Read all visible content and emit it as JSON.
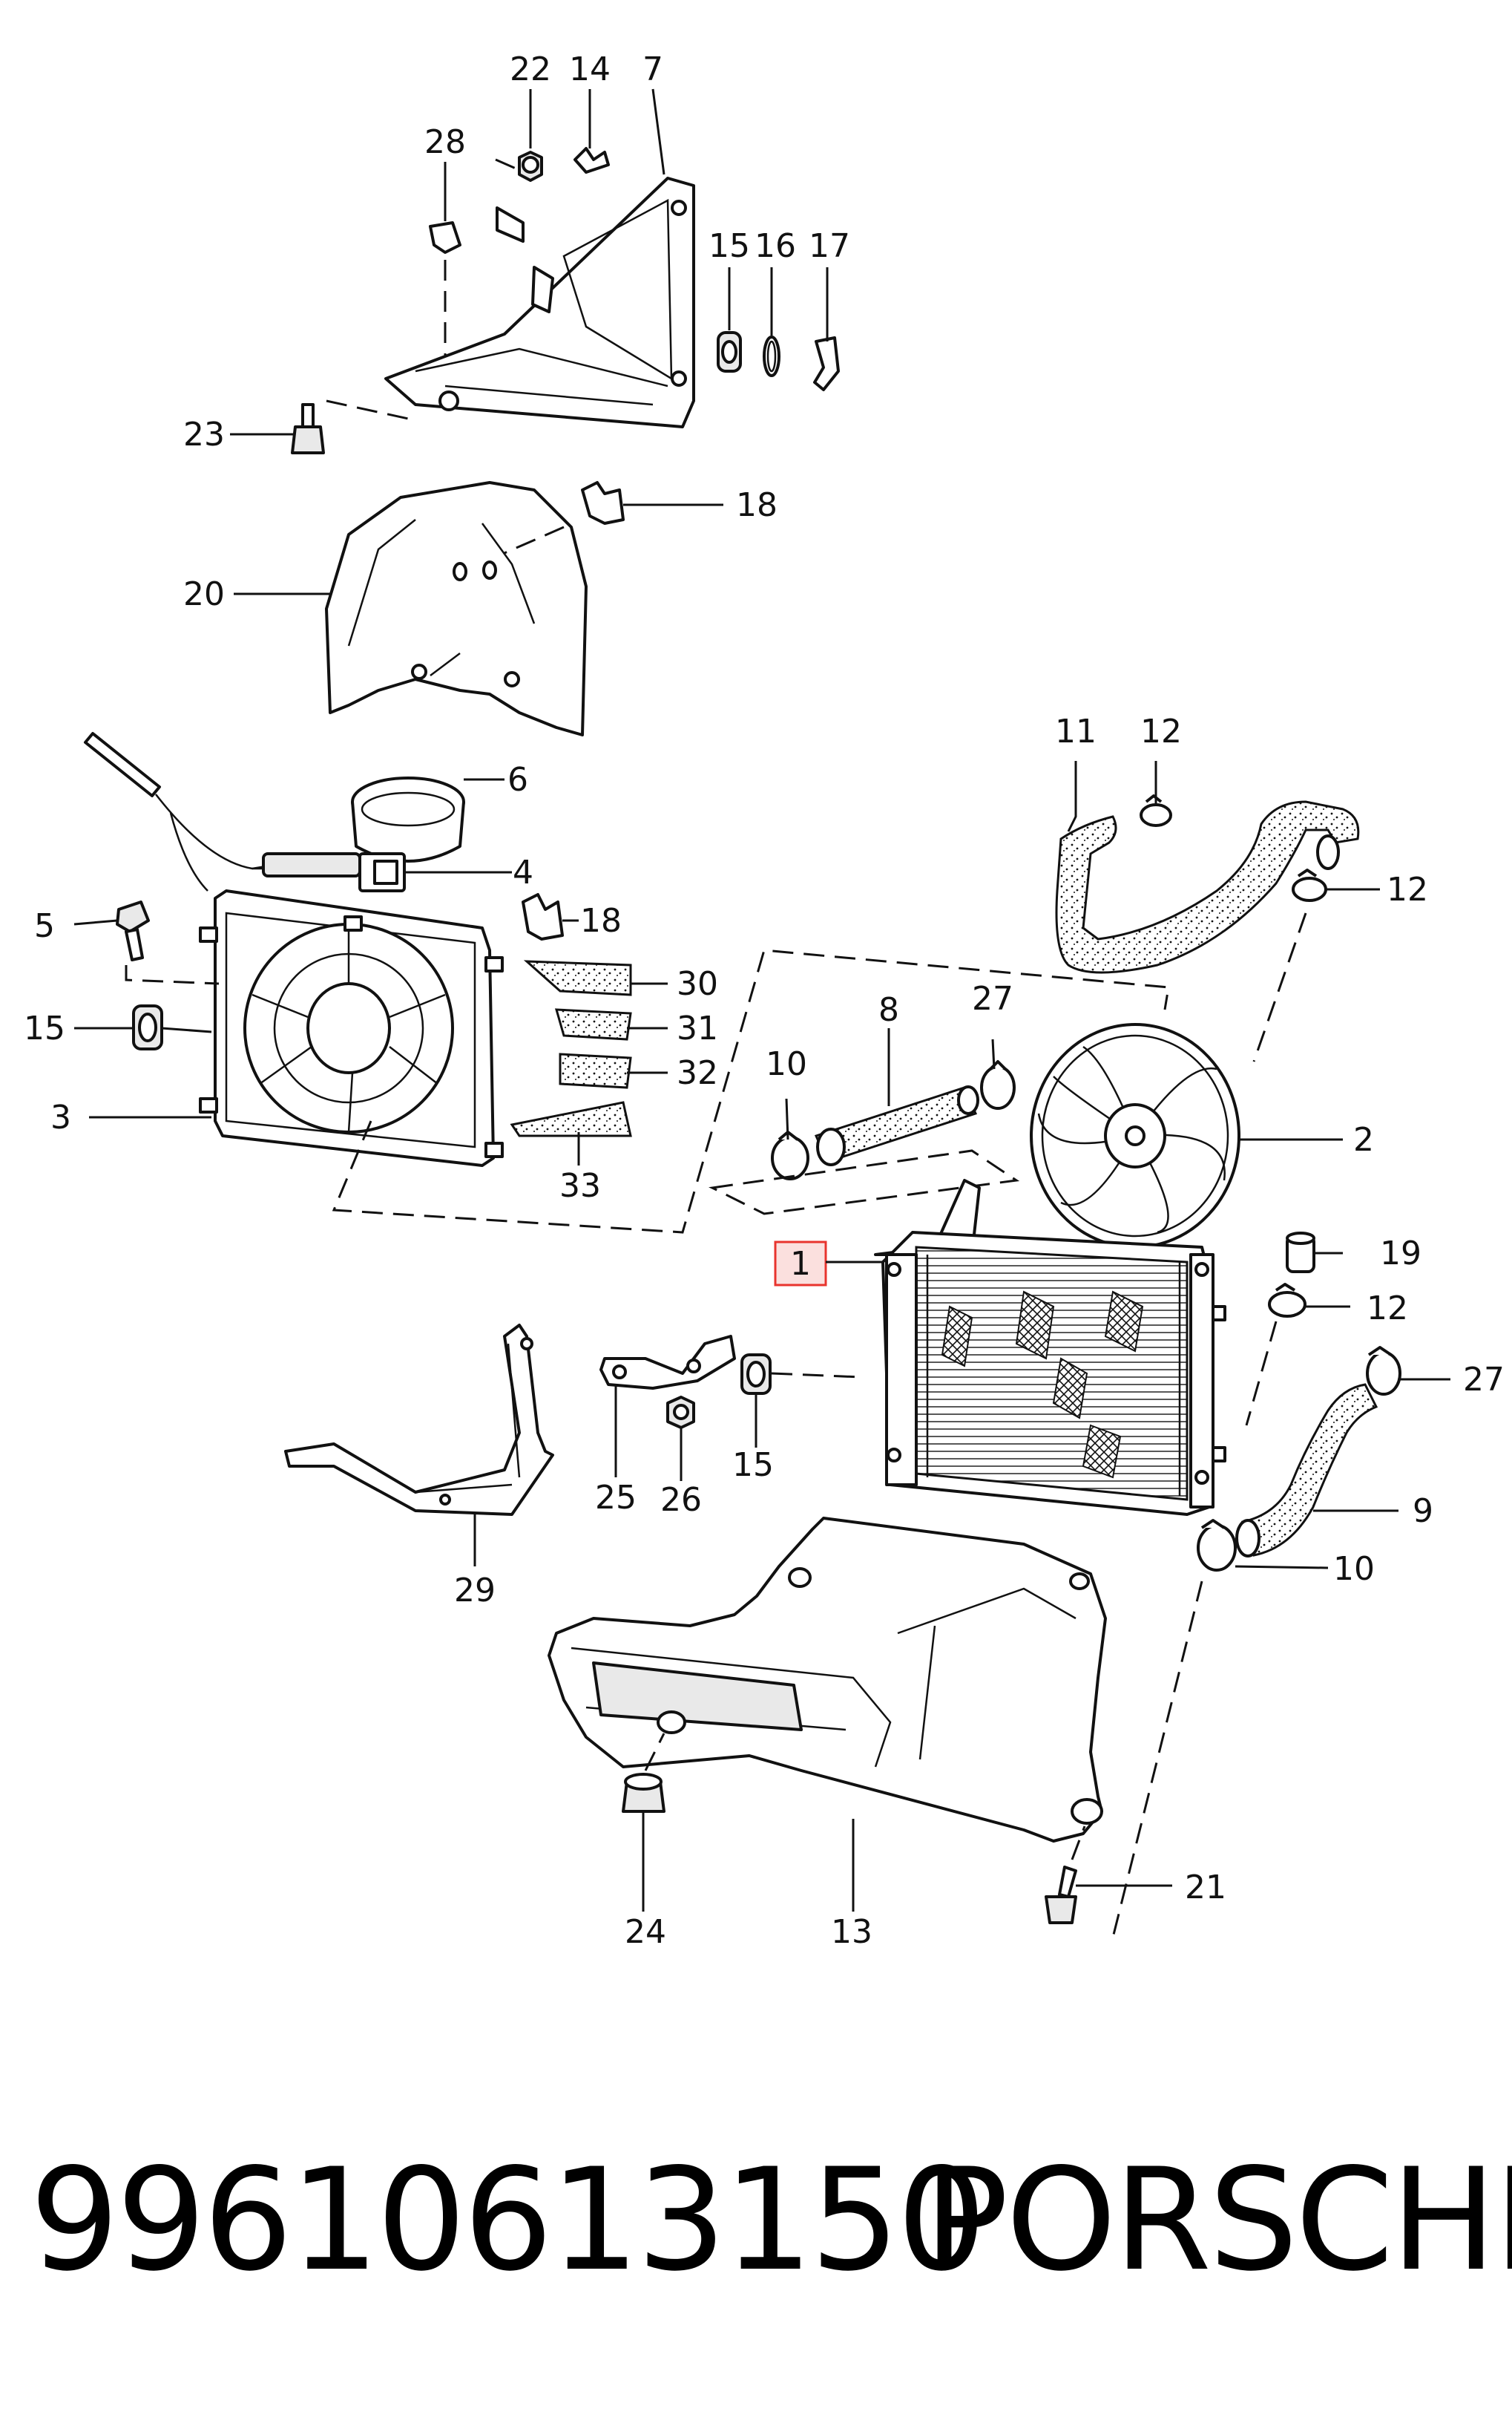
{
  "diagram": {
    "highlight_color": "#e8342e",
    "labels": [
      "22",
      "14",
      "7",
      "28",
      "15",
      "16",
      "17",
      "23",
      "18",
      "20",
      "6",
      "4",
      "5",
      "18",
      "15",
      "30",
      "31",
      "32",
      "3",
      "33",
      "11",
      "12",
      "12",
      "8",
      "27",
      "10",
      "2",
      "1",
      "19",
      "12",
      "27",
      "9",
      "10",
      "25",
      "26",
      "15",
      "29",
      "24",
      "13",
      "21"
    ]
  },
  "footer": {
    "part_number": "99610613150",
    "brand": "PORSCHE"
  }
}
